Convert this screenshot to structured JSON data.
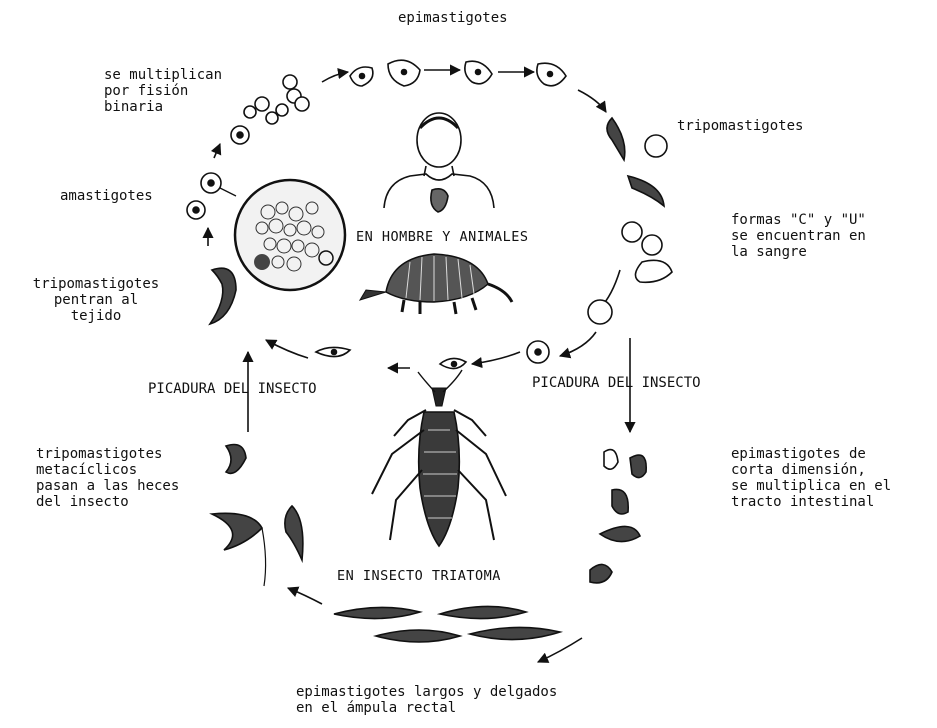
{
  "colors": {
    "ink": "#111111",
    "paper": "#ffffff",
    "parasite_body": "#2a2a2a",
    "cell_fill": "#f2f2f2"
  },
  "labels": {
    "epimastigotes_top": "epimastigotes",
    "multiplican": [
      "se multiplican",
      "por fisión",
      "binaria"
    ],
    "tripomastigotes_right": "tripomastigotes",
    "amastigotes": "amastigotes",
    "formas_cu": [
      "formas \"C\" y \"U\"",
      "se encuentran en",
      "la sangre"
    ],
    "tripomastigotes_penetran": [
      "tripomastigotes",
      "pentran al",
      "tejido"
    ],
    "picadura_left": "PICADURA DEL INSECTO",
    "picadura_right": "PICADURA DEL INSECTO",
    "metaciclicos": [
      "tripomastigotes",
      "metacíclicos",
      "pasan a las heces",
      "del insecto"
    ],
    "epimastigotes_corta": [
      "epimastigotes de",
      "corta dimensión,",
      "se multiplica en el",
      "tracto intestinal"
    ],
    "epimastigotes_largos": [
      "epimastigotes largos y delgados",
      "en el ámpula rectal"
    ]
  },
  "regions": {
    "host": "EN HOMBRE Y ANIMALES",
    "vector": "EN INSECTO TRIATOMA"
  },
  "icons": [
    "human-figure-icon",
    "armadillo-icon",
    "triatoma-bug-icon",
    "tissue-cell-icon"
  ]
}
